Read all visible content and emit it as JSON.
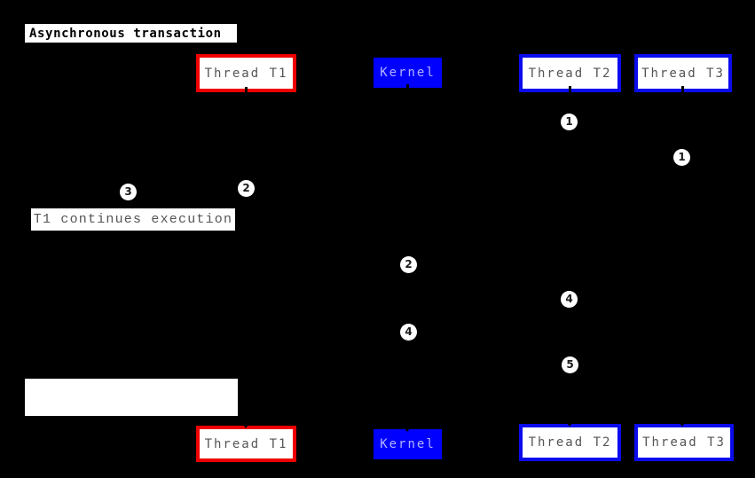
{
  "diagram": {
    "title": "Asynchronous transaction",
    "note": "T1 continues execution",
    "lanes": {
      "top": [
        {
          "label": "Thread T1",
          "style": "red"
        },
        {
          "label": "Kernel",
          "style": "kernel"
        },
        {
          "label": "Thread T2",
          "style": "blue"
        },
        {
          "label": "Thread T3",
          "style": "blue"
        }
      ],
      "bottom": [
        {
          "label": "Thread T1",
          "style": "red"
        },
        {
          "label": "Kernel",
          "style": "kernel"
        },
        {
          "label": "Thread T2",
          "style": "blue"
        },
        {
          "label": "Thread T3",
          "style": "blue"
        }
      ]
    },
    "step_markers": [
      {
        "label": "1",
        "lane": "thread-t2"
      },
      {
        "label": "1",
        "lane": "thread-t3"
      },
      {
        "label": "2",
        "lane": "thread-t1"
      },
      {
        "label": "3",
        "lane": "note"
      },
      {
        "label": "2",
        "lane": "kernel"
      },
      {
        "label": "4",
        "lane": "thread-t2"
      },
      {
        "label": "4",
        "lane": "kernel"
      },
      {
        "label": "5",
        "lane": "thread-t2"
      }
    ],
    "colors": {
      "background": "#000000",
      "thread_t1_border": "#ee0000",
      "thread_border": "#0b0bee",
      "kernel_background": "#0000ff",
      "kernel_text": "#b3b3ff",
      "lane_text": "#555555",
      "title_text": "#000000",
      "marker_background": "#ffffff",
      "marker_text": "#1a1a1a"
    }
  }
}
